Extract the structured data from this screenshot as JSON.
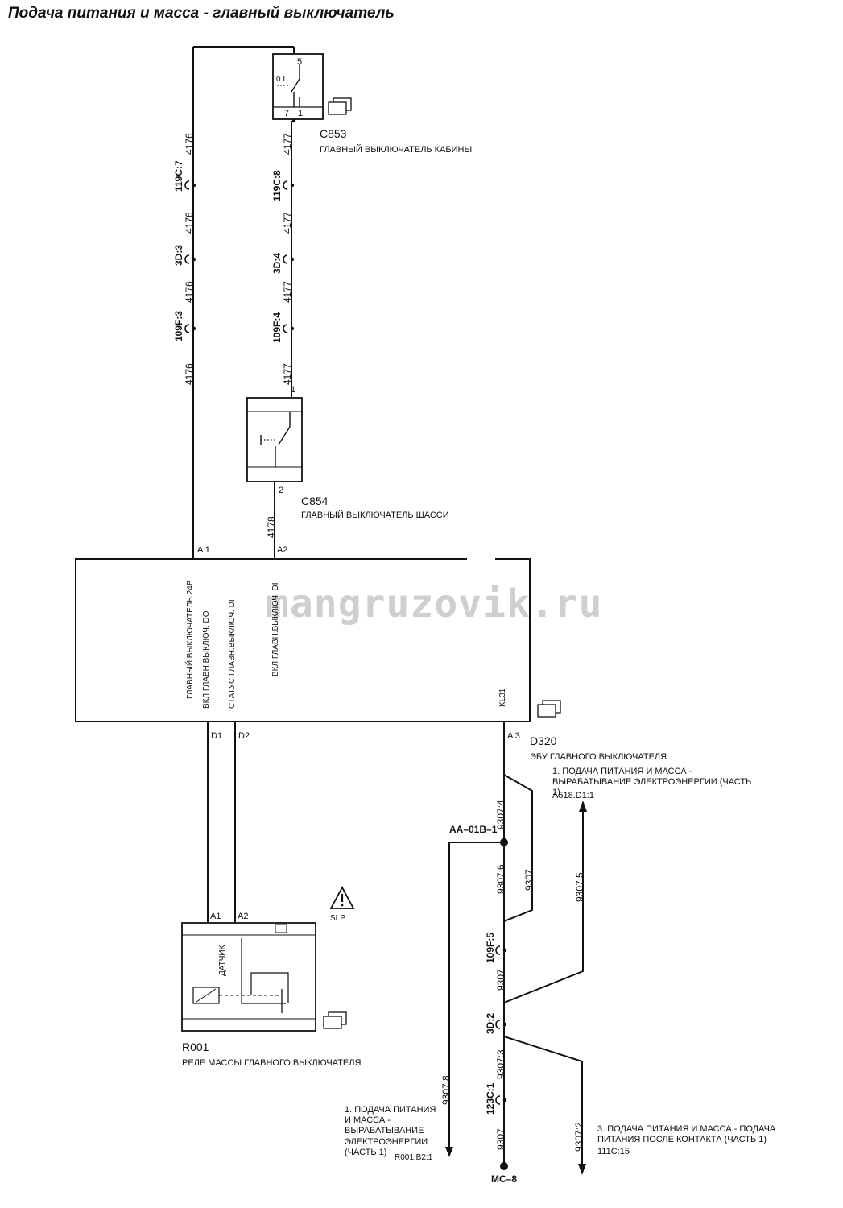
{
  "title": "Подача питания и масса - главный выключатель",
  "watermark": "mangruzovik.ru",
  "components": {
    "c853": {
      "id": "C853",
      "name": "ГЛАВНЫЙ ВЫКЛЮЧАТЕЛЬ КАБИНЫ",
      "pins": [
        "5",
        "7",
        "1"
      ],
      "symbol": "0 I"
    },
    "c854": {
      "id": "C854",
      "name": "ГЛАВНЫЙ ВЫКЛЮЧАТЕЛЬ ШАССИ",
      "pins": [
        "1",
        "2"
      ]
    },
    "d320": {
      "id": "D320",
      "name": "ЭБУ ГЛАВНОГО ВЫКЛЮЧАТЕЛЯ",
      "pins": [
        "A 1",
        "A2",
        "D1",
        "D2",
        "A 3"
      ],
      "inner": [
        "ГЛАВНЫЙ ВЫКЛЮЧАТЕЛЬ 24В",
        "ВКЛ ГЛАВН.ВЫКЛЮЧ. DO",
        "СТАТУС ГЛАВН.ВЫКЛЮЧ. DI",
        "ВКЛ ГЛАВН.ВЫКЛЮЧ. DI",
        "KL31"
      ]
    },
    "r001": {
      "id": "R001",
      "name": "РЕЛЕ МАССЫ ГЛАВНОГО ВЫКЛЮЧАТЕЛЯ",
      "pins": [
        "A1",
        "A2"
      ],
      "inner": "ДАТЧИК",
      "warning": "SLP"
    }
  },
  "wires": {
    "w4176": "4176",
    "w4177": "4177",
    "w4178": "4178",
    "w9307": "9307"
  },
  "connectors": {
    "left": [
      "119C:7",
      "3D:3",
      "109F:3"
    ],
    "right": [
      "119C:8",
      "3D:4",
      "109F:4"
    ],
    "lower": [
      "109F:5",
      "3D:2",
      "123C:1"
    ]
  },
  "splices": {
    "aa": "AA–01B–1",
    "mc": "MC–8"
  },
  "segments": [
    "9307:4",
    "9307:6",
    "9307:5",
    "9307:3",
    "9307:8",
    "9307:2"
  ],
  "refs": {
    "ref1_top": {
      "text": "1. ПОДАЧА ПИТАНИЯ И МАССА - ВЫРАБАТЫВАНИЕ ЭЛЕКТРОЭНЕРГИИ (ЧАСТЬ 1)",
      "code": "A518.D1:1"
    },
    "ref1_bottom": {
      "text": "1. ПОДАЧА ПИТАНИЯ И МАССА - ВЫРАБАТЫВАНИЕ ЭЛЕКТРОЭНЕРГИИ (ЧАСТЬ 1)",
      "code": "R001.B2:1"
    },
    "ref3": {
      "text": "3. ПОДАЧА ПИТАНИЯ И МАССА - ПОДАЧА ПИТАНИЯ ПОСЛЕ КОНТАКТА (ЧАСТЬ 1)",
      "code": "111C:15"
    }
  }
}
